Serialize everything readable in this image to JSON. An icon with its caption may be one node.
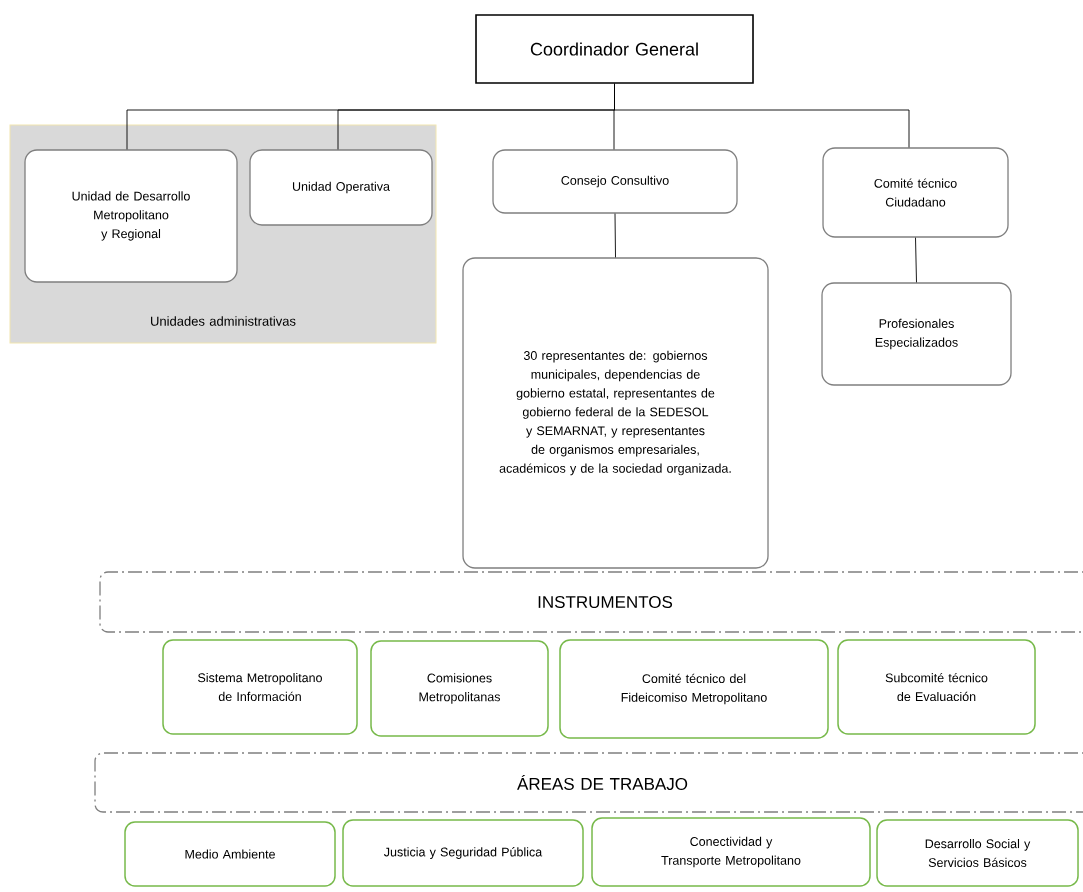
{
  "diagram": {
    "nodes": [
      {
        "text": [
          "Coordinador General"
        ]
      },
      {
        "text": [
          "Unidades administrativas"
        ]
      },
      {
        "text": [
          "Unidad de Desarrollo Metropolitano y Regional"
        ],
        "in": 1
      },
      {
        "text": [
          "Unidad Operativa"
        ],
        "in": 1
      },
      {
        "text": [
          "Consejo Consultivo"
        ]
      },
      {
        "text": [
          "Comité técnico Ciudadano"
        ]
      },
      {
        "text": [
          "30 representantes de: gobiernos municipales, dependencias de gobierno estatal, representantes de gobierno federal de la SEDESOL y SEMARNAT, y representantes de organismos empresariales, académicos y de la sociedad organizada."
        ]
      },
      {
        "text": [
          "Profesionales Especializados"
        ]
      },
      {
        "text": [
          "INSTRUMENTOS"
        ]
      },
      {
        "text": [
          "Sistema Metropolitano de Información"
        ]
      },
      {
        "text": [
          "Comisiones Metropolitanas"
        ]
      },
      {
        "text": [
          "Comité técnico del Fideicomiso Metropolitano"
        ]
      },
      {
        "text": [
          "Subcomité técnico de Evaluación"
        ]
      },
      {
        "text": [
          "ÁREAS DE TRABAJO"
        ]
      },
      {
        "text": [
          "Medio Ambiente"
        ]
      },
      {
        "text": [
          "Justicia y Seguridad Pública"
        ]
      },
      {
        "text": [
          "Conectividad y Transporte Metropolitano"
        ]
      },
      {
        "text": [
          "Desarrollo Social y Servicios Básicos"
        ]
      }
    ],
    "edges": [
      {
        "from": 0,
        "to": 2,
        "arrow": "none"
      },
      {
        "from": 0,
        "to": 3,
        "arrow": "none"
      },
      {
        "from": 0,
        "to": 4,
        "arrow": "none"
      },
      {
        "from": 0,
        "to": 5,
        "arrow": "none"
      },
      {
        "from": 4,
        "to": 6,
        "arrow": "none"
      },
      {
        "from": 5,
        "to": 7,
        "arrow": "none"
      }
    ]
  }
}
